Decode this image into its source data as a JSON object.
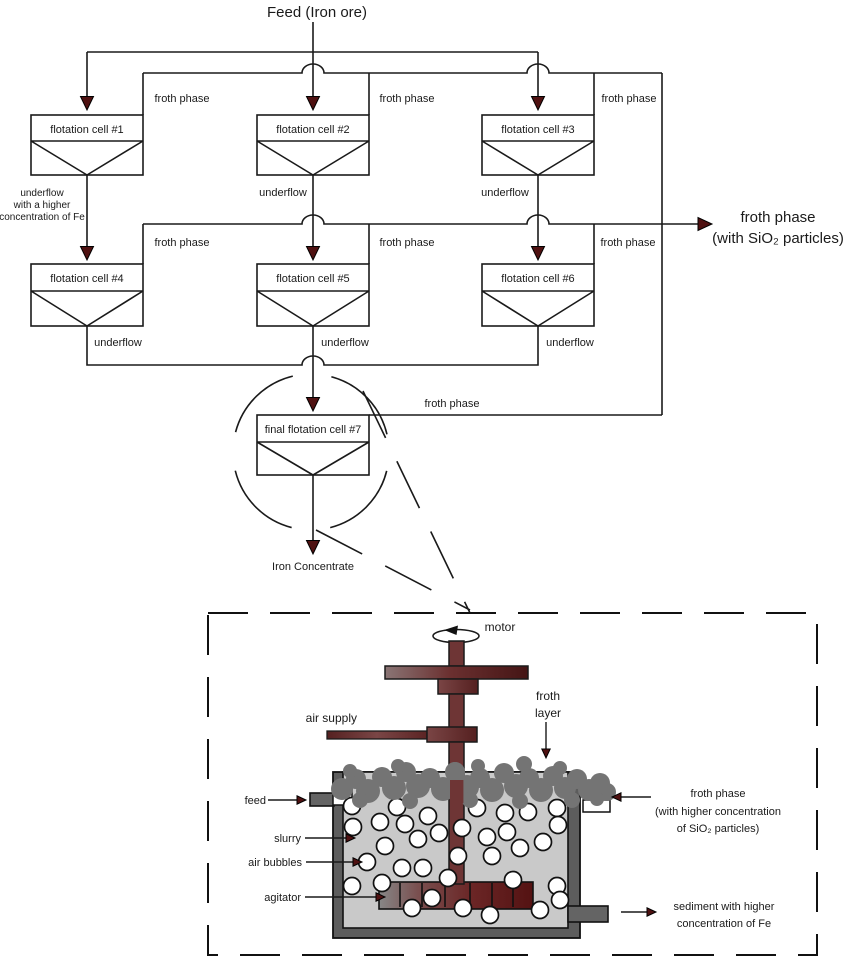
{
  "flowsheet": {
    "feed": "Feed (Iron ore)",
    "froth_phase": "froth phase",
    "underflow": "underflow",
    "cells": [
      "flotation cell #1",
      "flotation cell #2",
      "flotation cell #3",
      "flotation cell #4",
      "flotation cell #5",
      "flotation cell #6"
    ],
    "cell7": "final flotation cell #7",
    "underflow_fe_l1": "underflow",
    "underflow_fe_l2": "with a higher",
    "underflow_fe_l3": "concentration of Fe",
    "froth_out_l1": "froth phase",
    "froth_out_l2": "(with SiO₂ particles)",
    "product": "Iron Concentrate"
  },
  "detail": {
    "motor": "motor",
    "air_supply": "air supply",
    "froth_layer_l1": "froth",
    "froth_layer_l2": "layer",
    "feed": "feed",
    "slurry": "slurry",
    "air_bubbles": "air bubbles",
    "agitator": "agitator",
    "froth_out_l1": "froth phase",
    "froth_out_l2": "(with higher concentration",
    "froth_out_l3": "of SiO₂ particles)",
    "sediment_l1": "sediment with higher",
    "sediment_l2": "concentration of Fe"
  },
  "colors": {
    "line": "#1a1a1a",
    "arrowhead_maroon": "#4f1111",
    "shaft_maroon": "#6e3535",
    "froth_gray": "#747474",
    "tank_wall_gray": "#5d5d5d",
    "slurry_gray": "#c9c9c9",
    "bubble_white": "#ffffff"
  }
}
